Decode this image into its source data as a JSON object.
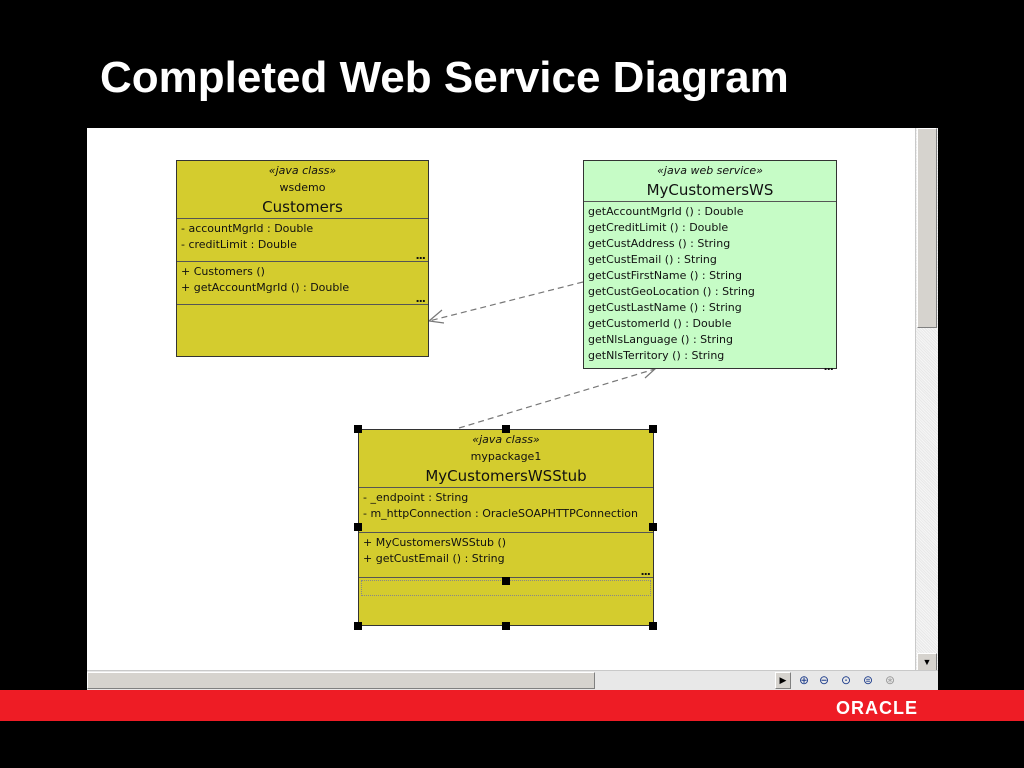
{
  "slide": {
    "title": "Completed Web Service Diagram"
  },
  "diagram": {
    "customers": {
      "stereotype": "«java class»",
      "package": "wsdemo",
      "name": "Customers",
      "attributes": [
        "- accountMgrId  : Double",
        "- creditLimit  : Double"
      ],
      "operations": [
        "+ Customers ()",
        "+ getAccountMgrId () : Double"
      ]
    },
    "ws": {
      "stereotype": "«java web service»",
      "name": "MyCustomersWS",
      "operations": [
        "getAccountMgrId () : Double",
        "getCreditLimit () : Double",
        "getCustAddress () : String",
        "getCustEmail () : String",
        "getCustFirstName () : String",
        "getCustGeoLocation () : String",
        "getCustLastName () : String",
        "getCustomerId () : Double",
        "getNlsLanguage () : String",
        "getNlsTerritory () : String"
      ]
    },
    "stub": {
      "stereotype": "«java class»",
      "package": "mypackage1",
      "name": "MyCustomersWSStub",
      "attributes": [
        "- _endpoint  : String",
        "- m_httpConnection  : OracleSOAPHTTPConnection"
      ],
      "operations": [
        "+ MyCustomersWSStub ()",
        "+ getCustEmail () : String"
      ]
    },
    "more_marker": "..."
  },
  "toolbar": {
    "scroll_right_icon": "triangle-right",
    "zoom_in_icon": "zoom-in",
    "zoom_out_icon": "zoom-out",
    "zoom_fit_icon": "zoom-fit",
    "zoom_100_icon": "zoom-100",
    "zoom_selected_icon": "zoom-selected"
  },
  "branding": {
    "logo": "ORACLE",
    "accent_color": "#ee1c25"
  },
  "colors": {
    "class_fill": "#d4cc2e",
    "service_fill": "#c6fcc6"
  }
}
